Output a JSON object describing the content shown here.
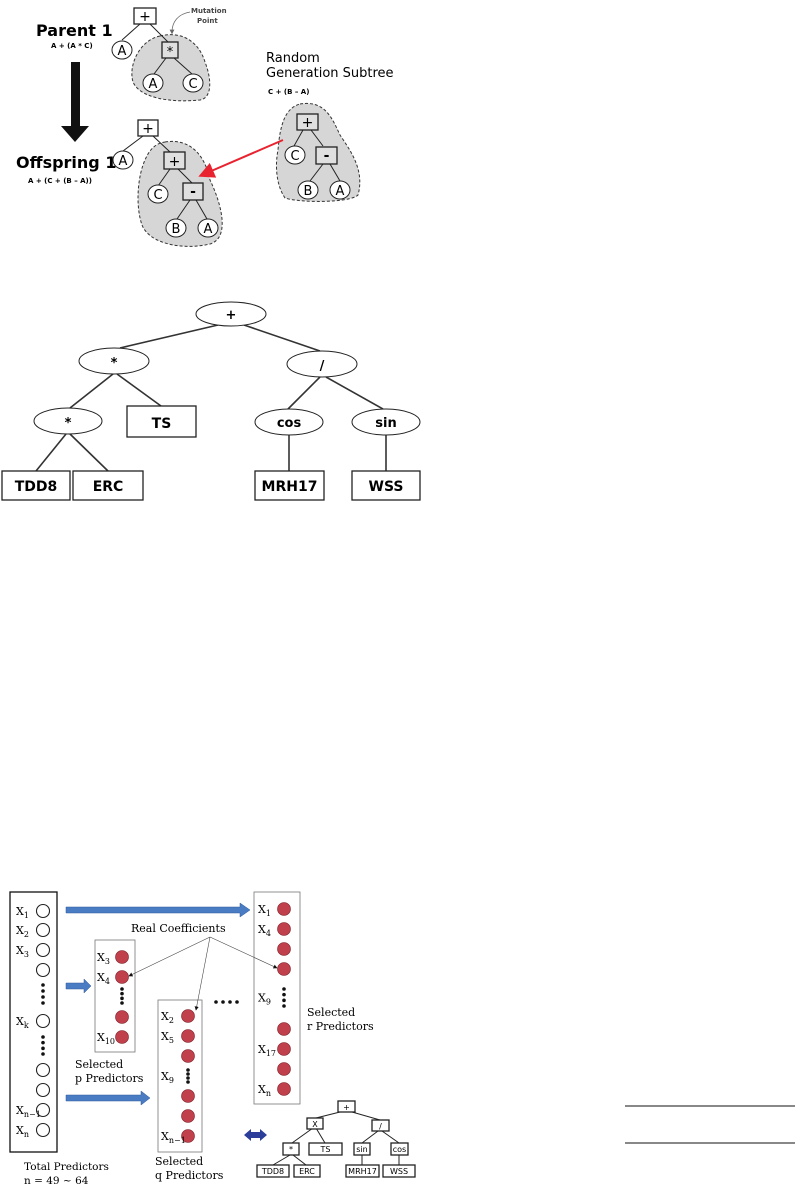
{
  "mutation_figure": {
    "parent_title": "Parent 1",
    "parent_expr": "A + (A * C)",
    "offspring_title": "Offspring 1",
    "offspring_expr": "A + (C + (B – A))",
    "mutation_label_1": "Mutation",
    "mutation_label_2": "Point",
    "random_title_1": "Random",
    "random_title_2": "Generation Subtree",
    "random_expr": "C + (B – A)",
    "parent_nodes": {
      "root": "+",
      "leaf_a": "A",
      "op": "*",
      "left": "A",
      "right": "C"
    },
    "offspring_nodes": {
      "root": "+",
      "leaf_a": "A",
      "op": "+",
      "c": "C",
      "minus": "-",
      "b": "B",
      "a": "A"
    },
    "random_nodes": {
      "op": "+",
      "c": "C",
      "minus": "-",
      "b": "B",
      "a": "A"
    },
    "colors": {
      "arrow": "#e8232f",
      "shade": "#d6d6d6"
    }
  },
  "expression_tree": {
    "root": "+",
    "mul1": "*",
    "div": "/",
    "mul2": "*",
    "ts": "TS",
    "cos": "cos",
    "sin": "sin",
    "tdd8": "TDD8",
    "erc": "ERC",
    "mrh17": "MRH17",
    "wss": "WSS"
  },
  "selection_figure": {
    "real_coefficients": "Real Coefficients",
    "total_1": "Total Predictors",
    "total_2": "n = 49 ~ 64",
    "p_1": "Selected",
    "p_2": "p Predictors",
    "q_1": "Selected",
    "q_2": "q Predictors",
    "r_1": "Selected",
    "r_2": "r Predictors",
    "x": "X",
    "total_subs": [
      "1",
      "2",
      "3",
      "k",
      "n−1",
      "n"
    ],
    "p_subs": [
      "3",
      "4",
      "10"
    ],
    "q_subs": [
      "2",
      "5",
      "9",
      "n−1"
    ],
    "r_subs": [
      "1",
      "4",
      "9",
      "17",
      "n"
    ],
    "mini_tree": {
      "root": "+",
      "x": "X",
      "div": "/",
      "mul": "*",
      "ts": "TS",
      "sin": "sin",
      "cos": "cos",
      "tdd8": "TDD8",
      "erc": "ERC",
      "mrh17": "MRH17",
      "wss": "WSS"
    },
    "colors": {
      "arrow": "#4a7cc4",
      "selected": "#c0404c",
      "double_arrow": "#2b3e9a"
    }
  }
}
